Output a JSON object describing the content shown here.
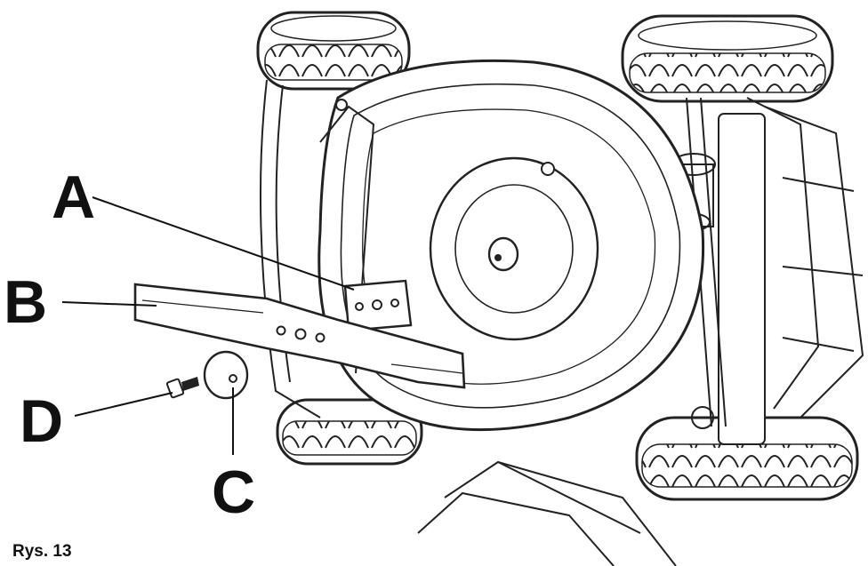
{
  "figure": {
    "caption": "Rys. 13",
    "callouts": {
      "a": "A",
      "b": "B",
      "c": "C",
      "d": "D"
    }
  },
  "parts": {
    "a": "blade-mounting-bracket",
    "b": "cutting-blade",
    "c": "washer",
    "d": "bolt"
  },
  "colors": {
    "ink": "#111111",
    "paper": "#ffffff"
  }
}
